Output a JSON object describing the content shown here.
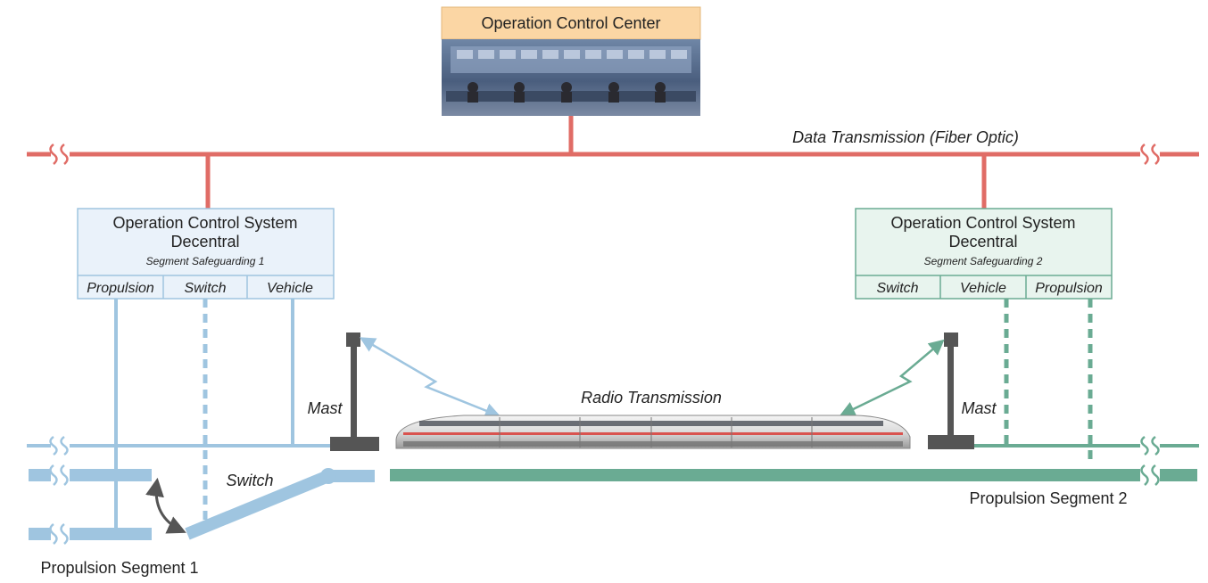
{
  "control_center": {
    "title": "Operation Control Center"
  },
  "data_link": {
    "label": "Data Transmission (Fiber Optic)"
  },
  "system_left": {
    "title_line1": "Operation Control System",
    "title_line2": "Decentral",
    "subtitle": "Segment Safeguarding 1",
    "cells": [
      "Propulsion",
      "Switch",
      "Vehicle"
    ]
  },
  "system_right": {
    "title_line1": "Operation Control System",
    "title_line2": "Decentral",
    "subtitle": "Segment Safeguarding 2",
    "cells": [
      "Switch",
      "Vehicle",
      "Propulsion"
    ]
  },
  "labels": {
    "mast_left": "Mast",
    "mast_right": "Mast",
    "radio": "Radio Transmission",
    "switch": "Switch",
    "propulsion_1": "Propulsion Segment  1",
    "propulsion_2": "Propulsion Segment 2"
  },
  "colors": {
    "data_red": "#e06c66",
    "segment1_blue": "#9fc5e0",
    "segment2_green": "#6aab93",
    "mast_gray": "#555555",
    "occ_fill": "#fbd6a4"
  }
}
